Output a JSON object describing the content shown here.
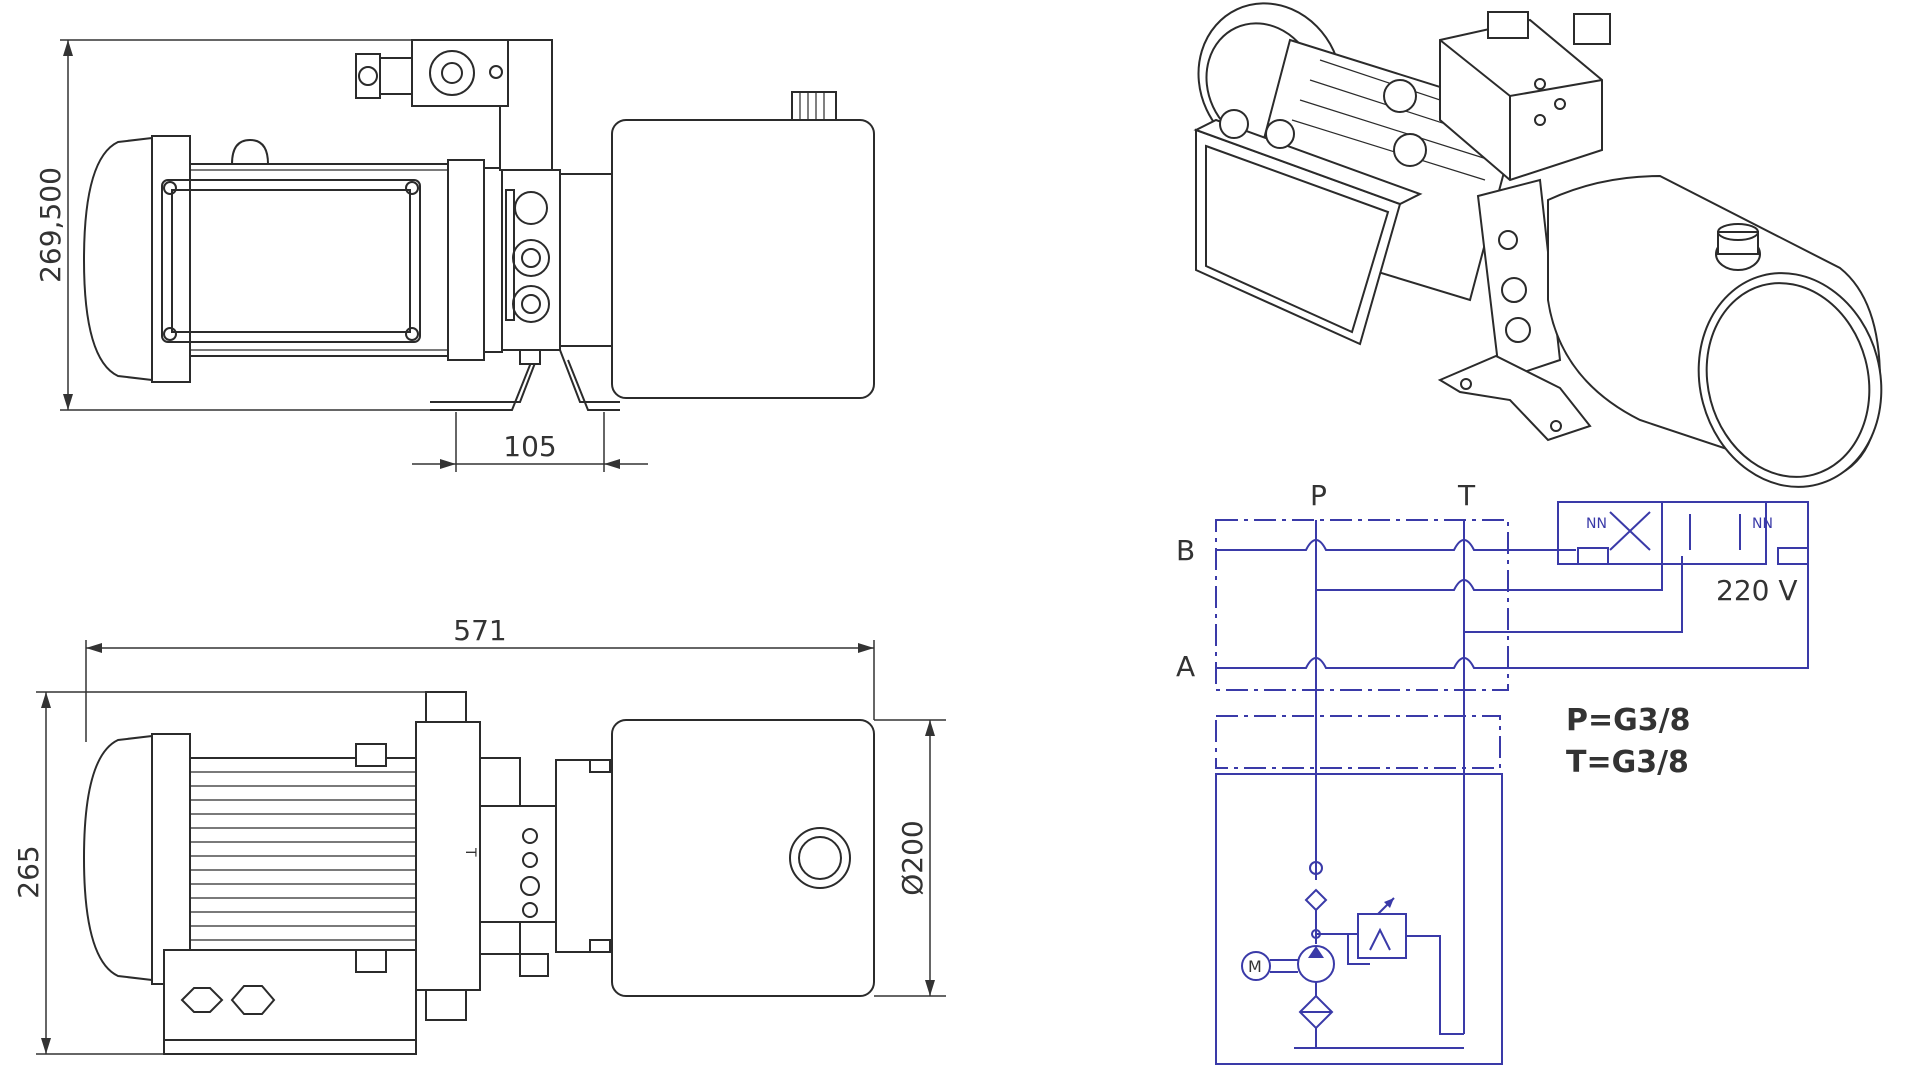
{
  "colors": {
    "lines": "#2b2b2b",
    "schematic": "#3a3aa8",
    "background": "#ffffff"
  },
  "dimensions": {
    "height_side": "269,500",
    "foot_spacing": "105",
    "length_overall": "571",
    "height_top": "265",
    "tank_diameter": "Ø200"
  },
  "schematic": {
    "port_p": "P",
    "port_t": "T",
    "line_b": "B",
    "line_a": "A",
    "voltage": "220 V",
    "p_spec": "P=G3/8",
    "t_spec": "T=G3/8",
    "motor": "M"
  },
  "manifold_mark": "T"
}
